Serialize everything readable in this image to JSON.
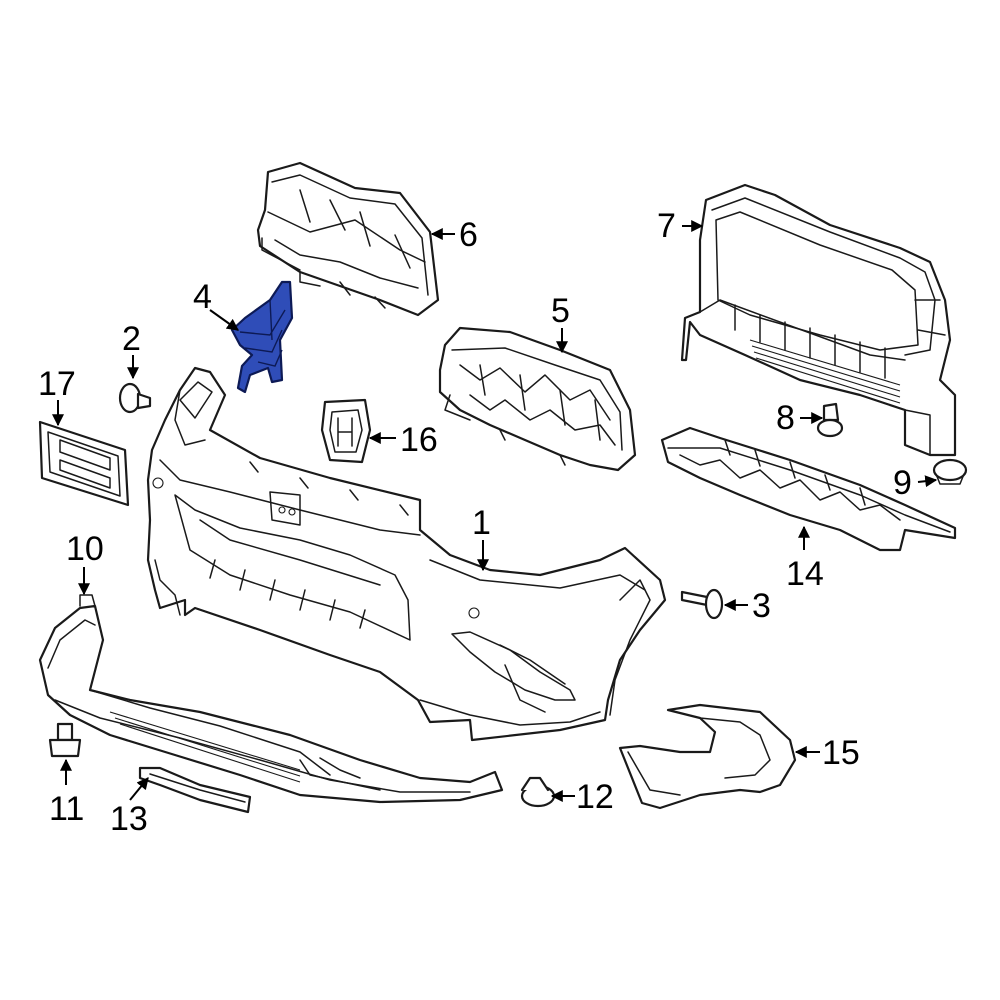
{
  "callouts": [
    {
      "id": "1",
      "text": "1"
    },
    {
      "id": "2",
      "text": "2"
    },
    {
      "id": "3",
      "text": "3"
    },
    {
      "id": "4",
      "text": "4"
    },
    {
      "id": "5",
      "text": "5"
    },
    {
      "id": "6",
      "text": "6"
    },
    {
      "id": "7",
      "text": "7"
    },
    {
      "id": "8",
      "text": "8"
    },
    {
      "id": "9",
      "text": "9"
    },
    {
      "id": "10",
      "text": "10"
    },
    {
      "id": "11",
      "text": "11"
    },
    {
      "id": "12",
      "text": "12"
    },
    {
      "id": "13",
      "text": "13"
    },
    {
      "id": "14",
      "text": "14"
    },
    {
      "id": "15",
      "text": "15"
    },
    {
      "id": "16",
      "text": "16"
    },
    {
      "id": "17",
      "text": "17"
    }
  ],
  "highlighted_part": "4",
  "colors": {
    "highlight": "#2f4db8",
    "line": "#1a1a1a",
    "background": "#ffffff"
  }
}
